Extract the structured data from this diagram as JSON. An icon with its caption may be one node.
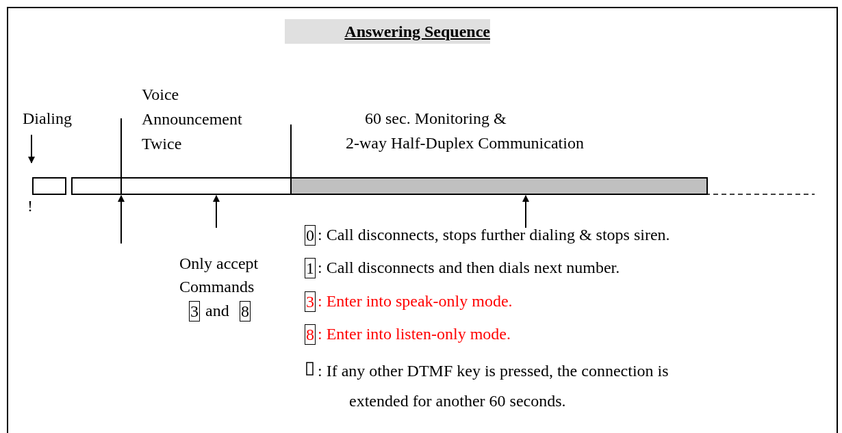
{
  "diagram": {
    "title": "Answering Sequence",
    "labels": [
      "Dialing",
      "Voice Announcement Twice",
      "60 sec. Monitoring & 2-way Half-Duplex Communication",
      "!",
      "0",
      ": Call disconnects, stops further dialing & stops siren.",
      "Only accept Commands",
      "1",
      ": Call disconnects and then dials next number.",
      "3",
      "and",
      "8",
      "3",
      ": Enter into speak-only mode.",
      "8",
      ": Enter into listen-only mode.",
      ": If any other DTMF key is pressed, the connection is extended for another 60 seconds."
    ]
  }
}
